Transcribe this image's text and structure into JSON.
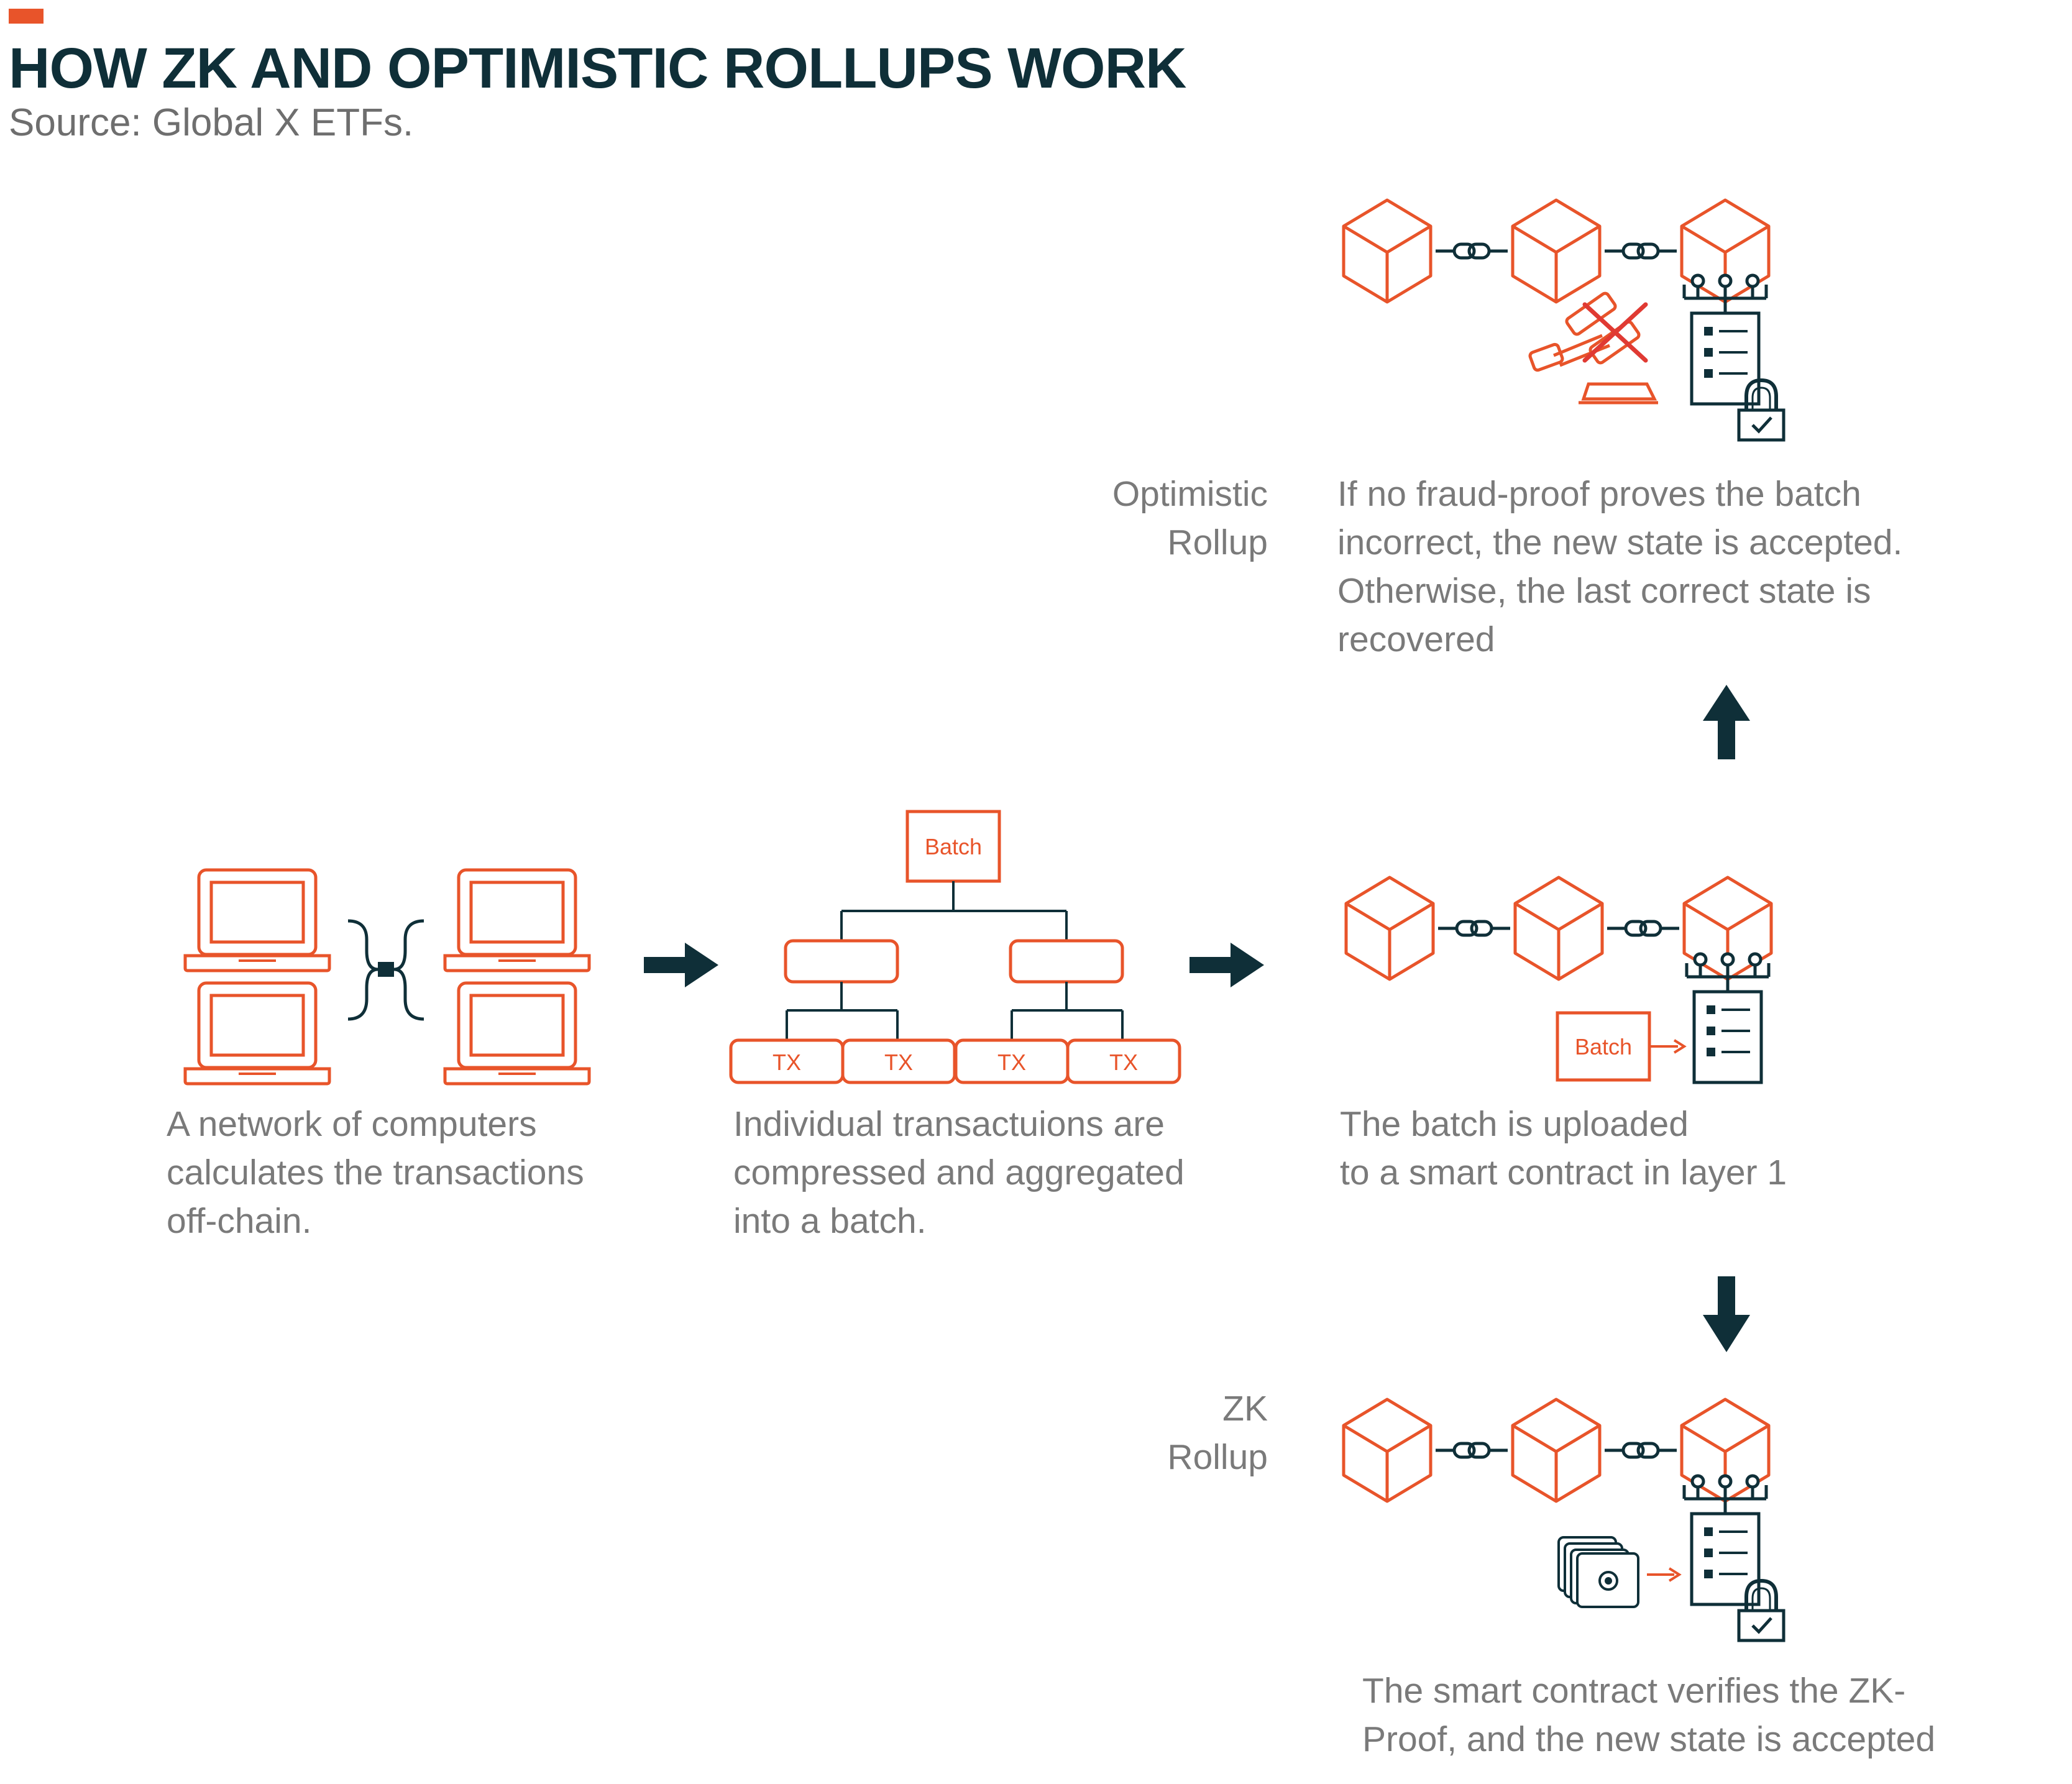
{
  "header": {
    "title": "HOW ZK AND OPTIMISTIC ROLLUPS WORK",
    "source": "Source: Global X ETFs."
  },
  "colors": {
    "accent": "#e8542a",
    "dark": "#0f2f38",
    "text_gray": "#7a7a7a",
    "cross": "#e03a33"
  },
  "steps": {
    "network": {
      "caption": "A network of computers\ncalculates the transactions\noff-chain."
    },
    "batch": {
      "caption": "Individual transactuions are\ncompressed and aggregated\ninto a batch.",
      "root_label": "Batch",
      "leaf_labels": [
        "TX",
        "TX",
        "TX",
        "TX"
      ]
    },
    "upload": {
      "caption": "The batch is uploaded\nto a smart contract in layer 1",
      "batch_label": "Batch"
    },
    "optimistic": {
      "label": "Optimistic\nRollup",
      "caption": "If no fraud-proof proves the batch\nincorrect, the new state is accepted.\nOtherwise, the last correct state is\nrecovered"
    },
    "zk": {
      "label": "ZK\nRollup",
      "caption": "The smart contract verifies the ZK-\nProof, and the new state is accepted"
    }
  },
  "icons": [
    "laptop-icon",
    "cube-icon",
    "chain-link-icon",
    "contract-document-icon",
    "padlock-check-icon",
    "gavel-icon",
    "cross-icon",
    "wallet-icon",
    "arrow-right-icon",
    "arrow-up-icon",
    "arrow-down-icon"
  ]
}
